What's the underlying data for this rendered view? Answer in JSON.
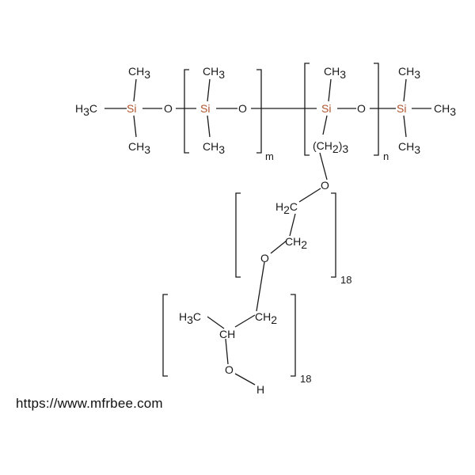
{
  "structure": {
    "atoms": {
      "si": "Si",
      "o": "O",
      "ch3": "CH",
      "h3c_h": "H",
      "h3c_c": "C",
      "three": "3",
      "two": "2",
      "h2c_h": "H",
      "h2c_c": "C",
      "ch2": "CH",
      "ch_oh": "CH",
      "h": "H",
      "paren_open": "(",
      "paren_close": ")"
    },
    "repeat_indices": {
      "m": "m",
      "n": "n",
      "eo_count": "18",
      "po_count": "18"
    }
  },
  "watermark": {
    "url": "https://www.mfrbee.com"
  }
}
